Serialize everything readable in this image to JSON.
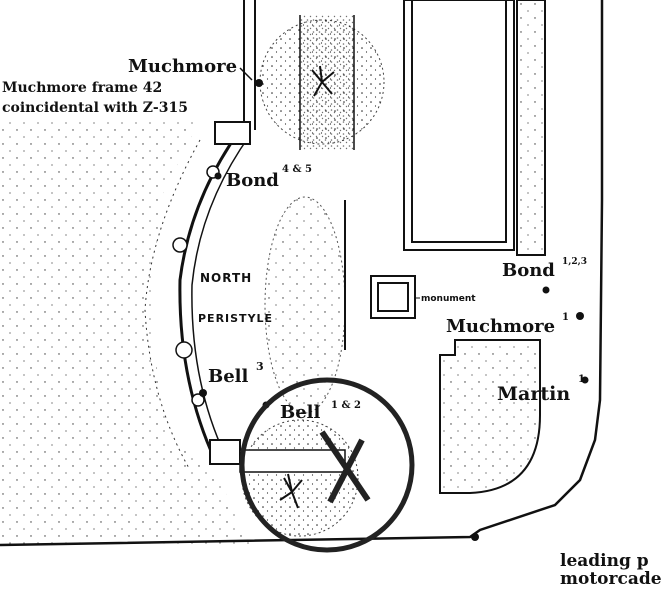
{
  "map": {
    "labels": {
      "muchmore_top": "Muchmore",
      "muchmore_frame": "Muchmore frame 42",
      "coincidental": "coincidental with Z-315",
      "bond_4_5": "Bond",
      "bond_4_5_sup": "4 & 5",
      "north": "NORTH",
      "peristyle": "PERISTYLE",
      "bell_3": "Bell",
      "bell_3_sup": "3",
      "bell_1_2": "Bell",
      "bell_1_2_sup": "1 & 2",
      "monument": "monument",
      "bond_1_3": "Bond",
      "bond_1_3_sup": "1,2,3",
      "muchmore_1": "Muchmore",
      "muchmore_1_sup": "1",
      "martin": "Martin",
      "martin_sup": "1",
      "caption_line1": "leading p",
      "caption_line2": "motorcade"
    },
    "colors": {
      "ink": "#111111",
      "paper": "#ffffff"
    }
  }
}
